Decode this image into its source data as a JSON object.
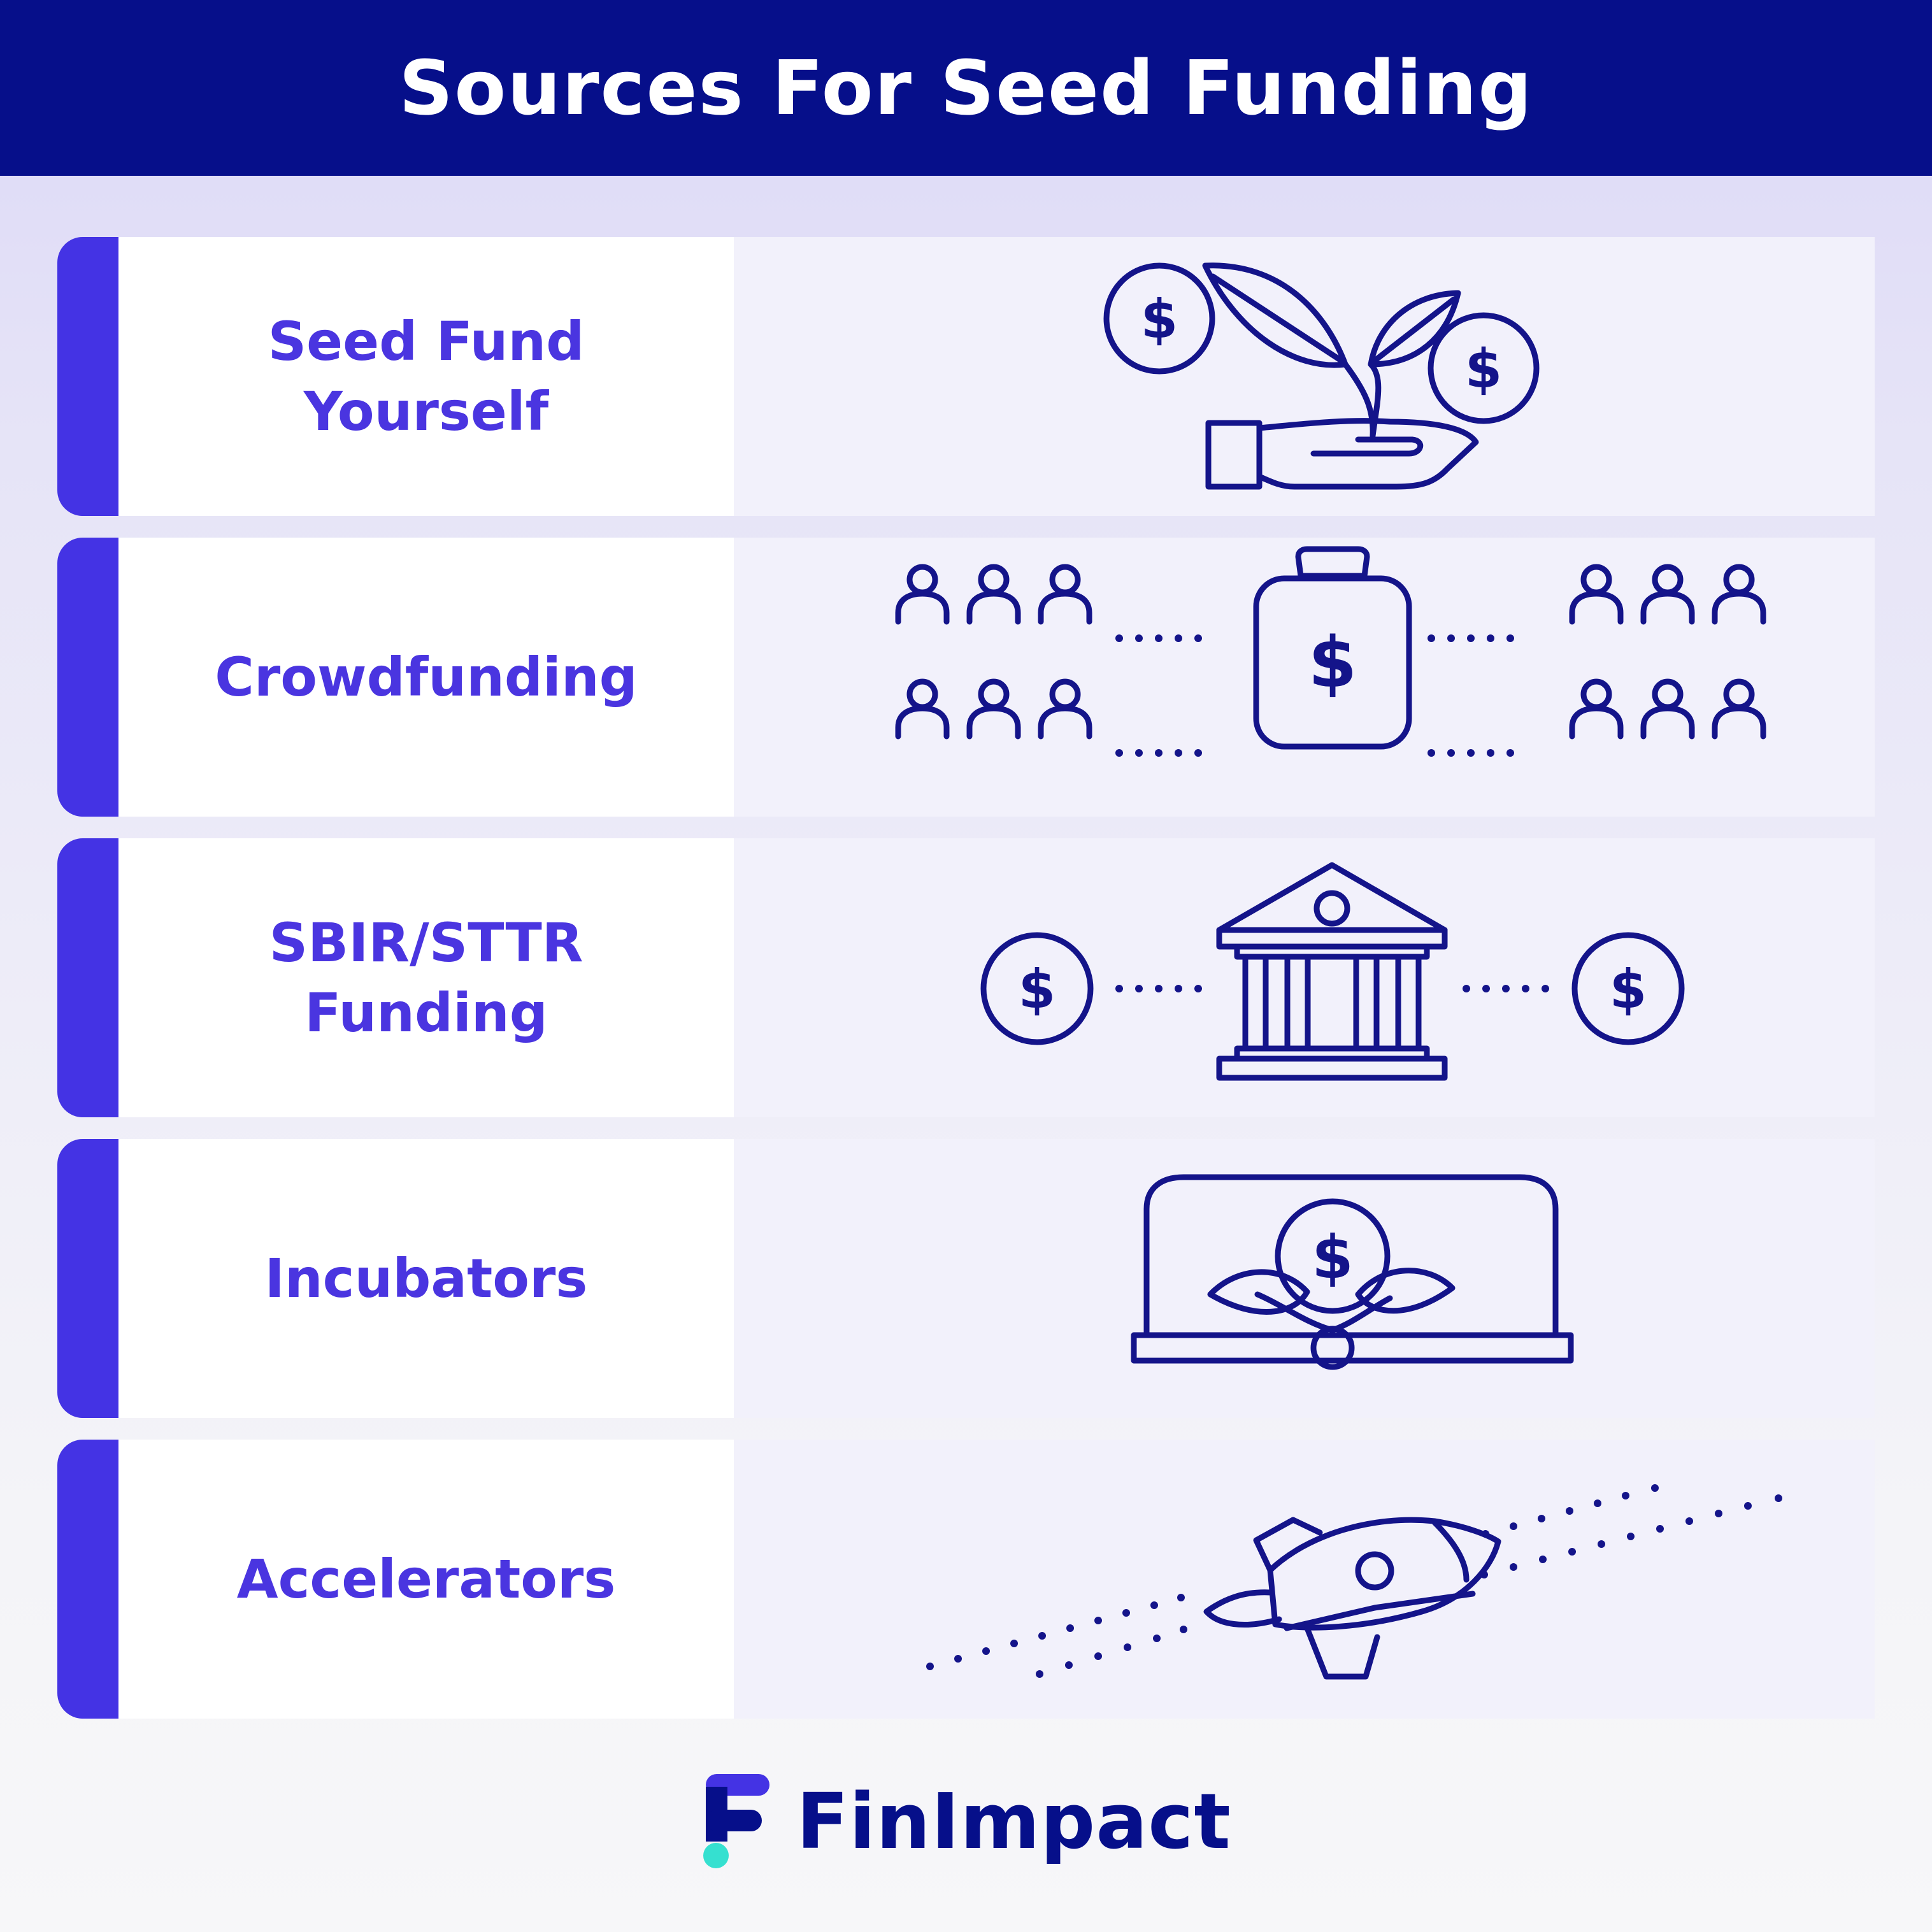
{
  "header": {
    "title": "Sources For Seed Funding"
  },
  "rows": [
    {
      "label": "Seed Fund Yourself",
      "icon": "plant-hand-money-icon"
    },
    {
      "label": "Crowdfunding",
      "icon": "money-bag-crowd-icon"
    },
    {
      "label": "SBIR/STTR Funding",
      "icon": "bank-money-icon"
    },
    {
      "label": "Incubators",
      "icon": "laptop-money-plant-icon"
    },
    {
      "label": "Accelerators",
      "icon": "rocket-icon"
    }
  ],
  "footer": {
    "brand": "FinImpact",
    "logo": "finimpact-logo-icon"
  },
  "colors": {
    "header_bg": "#060f8a",
    "accent": "#4433e4",
    "label_text": "#4a35e0",
    "icon_stroke": "#14148a",
    "logo_teal": "#35e0d0"
  }
}
